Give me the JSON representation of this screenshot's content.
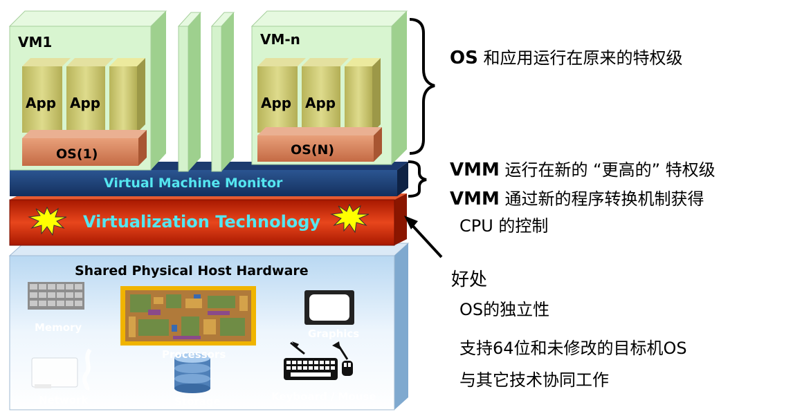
{
  "vm1_label": "VM1",
  "vmn_label": "VM-n",
  "app_label": "App",
  "os1_label": "OS(1)",
  "osn_label": "OS(N)",
  "vmm_bar_label": "Virtual Machine Monitor",
  "vt_bar_label": "Virtualization Technology",
  "hardware": {
    "title": "Shared Physical Host Hardware",
    "memory": "Memory",
    "processors": "Processors",
    "graphics": "Graphics",
    "network": "Network",
    "storage": "Storage",
    "keyboard_mouse": "Keyboard / Mouse"
  },
  "notes": {
    "os_prefix": "OS",
    "os_text": "和应用运行在原来的特权级",
    "vmm1_prefix": "VMM",
    "vmm1_text": "运行在新的 “更高的” 特权级",
    "vmm2_prefix": "VMM",
    "vmm2_text": "通过新的程序转换机制获得",
    "vmm2_cont": "CPU 的控制",
    "benefits_title": "好处",
    "benefit_1": "OS的独立性",
    "benefit_2": "支持64位和未修改的目标机OS",
    "benefit_3": "与其它技术协同工作"
  },
  "colors": {
    "vm_green": "#d8f5d0",
    "app_olive": "#c6c26a",
    "os_orange": "#d98860",
    "vmm_navy": "#1d3f7a",
    "vmm_text": "#55e6f0",
    "vt_red": "#cc2a0a",
    "hw_blue": "#9ec8ea"
  }
}
